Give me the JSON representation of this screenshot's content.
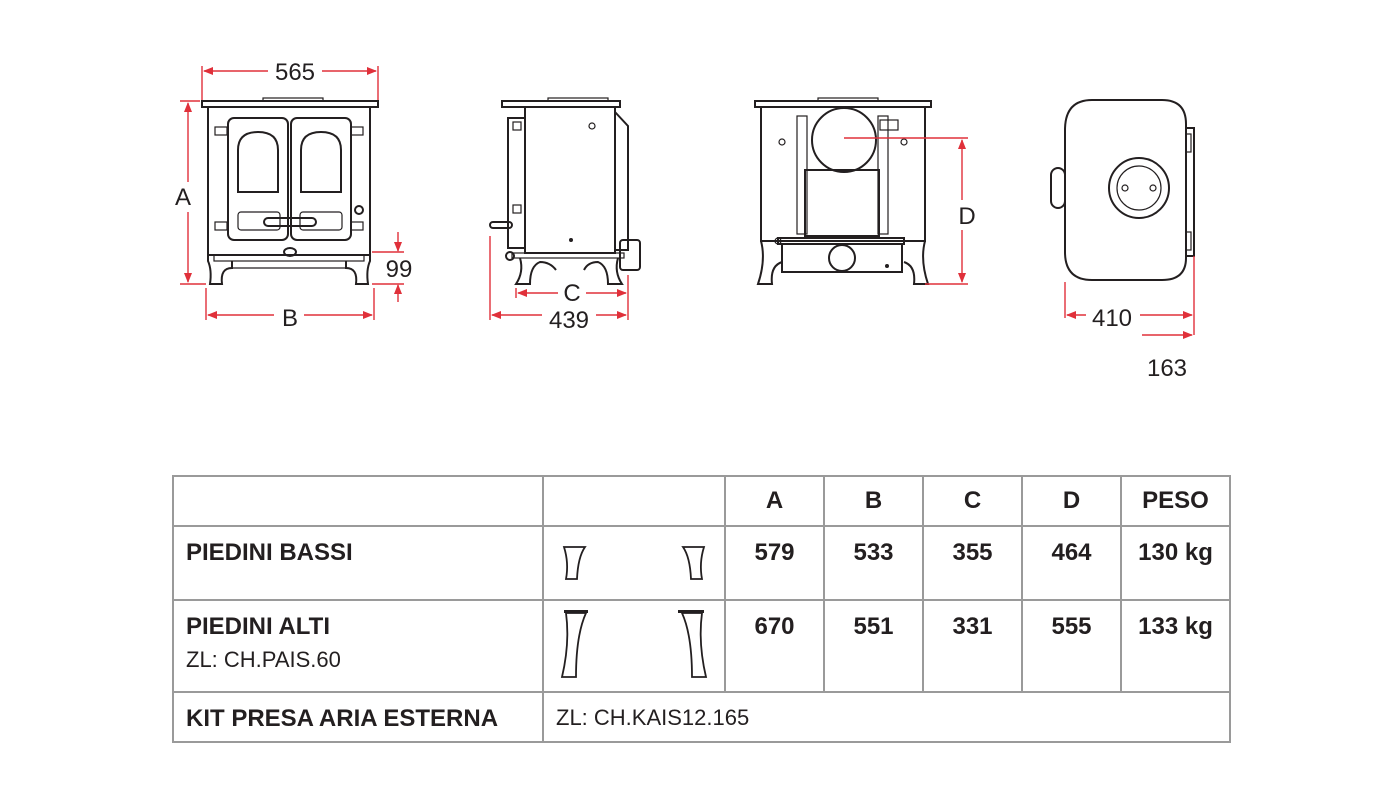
{
  "dimensions": {
    "width_front": "565",
    "height_a": "A",
    "width_b": "B",
    "leg_height": "99",
    "depth_c": "C",
    "depth_total": "439",
    "height_d": "D",
    "top_depth": "410",
    "flue_offset": "163"
  },
  "colors": {
    "dimension_line": "#e0303a",
    "line": "#231f20",
    "table_border": "#9a9a9a"
  },
  "table": {
    "headers": [
      "",
      "",
      "A",
      "B",
      "C",
      "D",
      "PESO"
    ],
    "rows": [
      {
        "name": "PIEDINI BASSI",
        "code": "",
        "a": "579",
        "b": "533",
        "c": "355",
        "d": "464",
        "peso": "130 kg",
        "leg_icon": "short-leg-icon"
      },
      {
        "name": "PIEDINI ALTI",
        "code": "ZL: CH.PAIS.60",
        "a": "670",
        "b": "551",
        "c": "331",
        "d": "555",
        "peso": "133 kg",
        "leg_icon": "tall-leg-icon"
      }
    ],
    "kit": {
      "name": "KIT PRESA ARIA ESTERNA",
      "code": "ZL: CH.KAIS12.165"
    }
  }
}
